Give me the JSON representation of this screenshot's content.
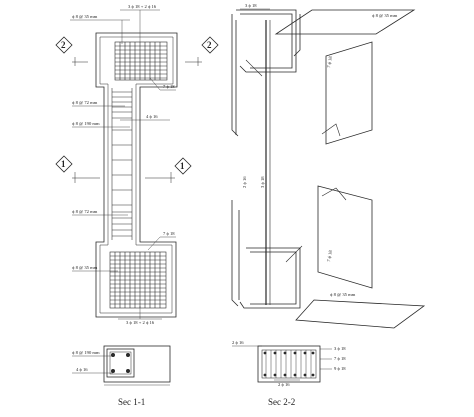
{
  "section_titles": {
    "left": "Sec 1-1",
    "right": "Sec 2-2"
  },
  "markers": {
    "upper": "2",
    "lower": "1"
  },
  "left_section_labels": {
    "top_bars": "3 ϕ 18 + 2 ϕ 16",
    "top_ties": "ϕ 8 @ 35 mm",
    "top_web_bars": "7 ϕ 18",
    "web_ties_72_upper": "ϕ 8 @ 72 mm",
    "web_ties_190": "ϕ 8 @ 190 mm",
    "web_bars": "4 ϕ 16",
    "web_ties_72_lower": "ϕ 8 @ 72 mm",
    "bottom_web_bars": "7 ϕ 18",
    "bottom_ties": "ϕ 8 @ 35 mm",
    "bottom_bars": "3 ϕ 18 + 2 ϕ 16"
  },
  "left_small_section_labels": {
    "ties": "ϕ 8 @ 190 mm",
    "bars": "4 ϕ 16"
  },
  "right_section_labels": {
    "top_bar": "3 ϕ 18",
    "top_ties": "ϕ 8 @ 35 mm",
    "upper_side": "7 ϕ 18",
    "web_left": "2 ϕ 16",
    "web_right": "3 ϕ 18",
    "lower_side": "7 ϕ 18",
    "bottom_ties": "ϕ 8 @ 35 mm"
  },
  "right_small_section_labels": {
    "left_bars": "2 ϕ 16",
    "r1": "3 ϕ 18",
    "r2": "7 ϕ 18",
    "r3": "9 ϕ 18",
    "r4": "2 ϕ 16"
  }
}
